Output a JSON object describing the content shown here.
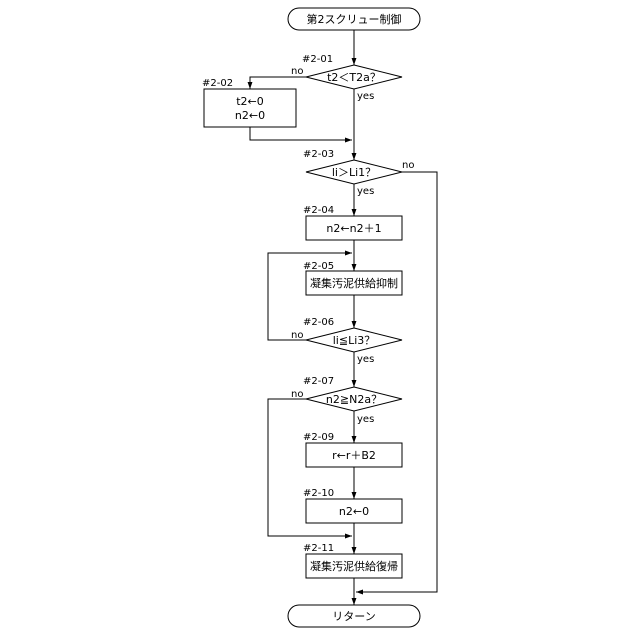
{
  "start": {
    "label": "第2スクリュー制御"
  },
  "end": {
    "label": "リターン"
  },
  "edge_labels": {
    "yes": "yes",
    "no": "no"
  },
  "steps": {
    "s2_01": {
      "id": "#2-01",
      "text": "t2＜T2a？"
    },
    "s2_02": {
      "id": "#2-02",
      "lines": [
        "t2←0",
        "n2←0"
      ]
    },
    "s2_03": {
      "id": "#2-03",
      "text": "li＞Li1？"
    },
    "s2_04": {
      "id": "#2-04",
      "text": "n2←n2＋1"
    },
    "s2_05": {
      "id": "#2-05",
      "text": "凝集汚泥供給抑制"
    },
    "s2_06": {
      "id": "#2-06",
      "text": "li≦Li3？"
    },
    "s2_07": {
      "id": "#2-07",
      "text": "n2≧N2a？"
    },
    "s2_09": {
      "id": "#2-09",
      "text": "r←r＋B2"
    },
    "s2_10": {
      "id": "#2-10",
      "text": "n2←0"
    },
    "s2_11": {
      "id": "#2-11",
      "text": "凝集汚泥供給復帰"
    }
  }
}
